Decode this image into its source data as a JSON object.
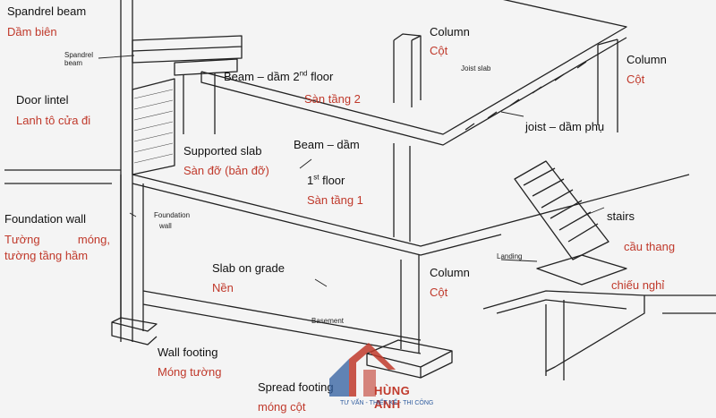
{
  "labels": {
    "spandrel_en": "Spandrel beam",
    "spandrel_vi": "Dầm biên",
    "spandrel_small": "Spandrel beam",
    "door_lintel_en": "Door lintel",
    "door_lintel_vi": "Lanh tô cửa đi",
    "beam_top_en": "Beam – dầm",
    "floor2_en_num": "2",
    "floor2_en_sup": "nd",
    "floor2_en_word": " floor",
    "floor2_vi": "Sàn tầng 2",
    "column_top_en": "Column",
    "column_top_vi": "Cột",
    "joist_slab_small": "Joist slab",
    "column_right_en": "Column",
    "column_right_vi": "Cột",
    "joist_en": "joist – dầm phụ",
    "supported_slab_en": "Supported slab",
    "supported_slab_vi": "Sàn đỡ (bản đỡ)",
    "beam_mid_en": "Beam – dầm",
    "floor1_en_num": "1",
    "floor1_en_sup": "st",
    "floor1_en_word": " floor",
    "floor1_vi": "Sàn tầng 1",
    "foundation_wall_en": "Foundation wall",
    "foundation_wall_vi_1": "Tường móng,",
    "foundation_wall_vi_2": "tường tầng hầm",
    "foundation_wall_small_1": "Foundation",
    "foundation_wall_small_2": "wall",
    "stairs_en": "stairs",
    "stairs_vi": "cầu thang",
    "landing_small": "Landing",
    "landing_vi": "chiếu nghỉ",
    "slab_on_grade_en": "Slab on grade",
    "slab_on_grade_vi": "Nền",
    "column_low_en": "Column",
    "column_low_vi": "Cột",
    "basement_small": "Basement",
    "wall_footing_en": "Wall footing",
    "wall_footing_vi": "Móng tường",
    "spread_footing_en": "Spread footing",
    "spread_footing_vi": "móng cột"
  },
  "logo": {
    "name": "HÙNG ANH",
    "tagline": "TƯ VẤN - THIẾT KẾ - THI CÔNG",
    "colors": {
      "red": "#c0392b",
      "blue": "#2f5d9f"
    }
  },
  "colors": {
    "label_red": "#c0392b",
    "line": "#222222",
    "background": "#f4f4f4"
  }
}
